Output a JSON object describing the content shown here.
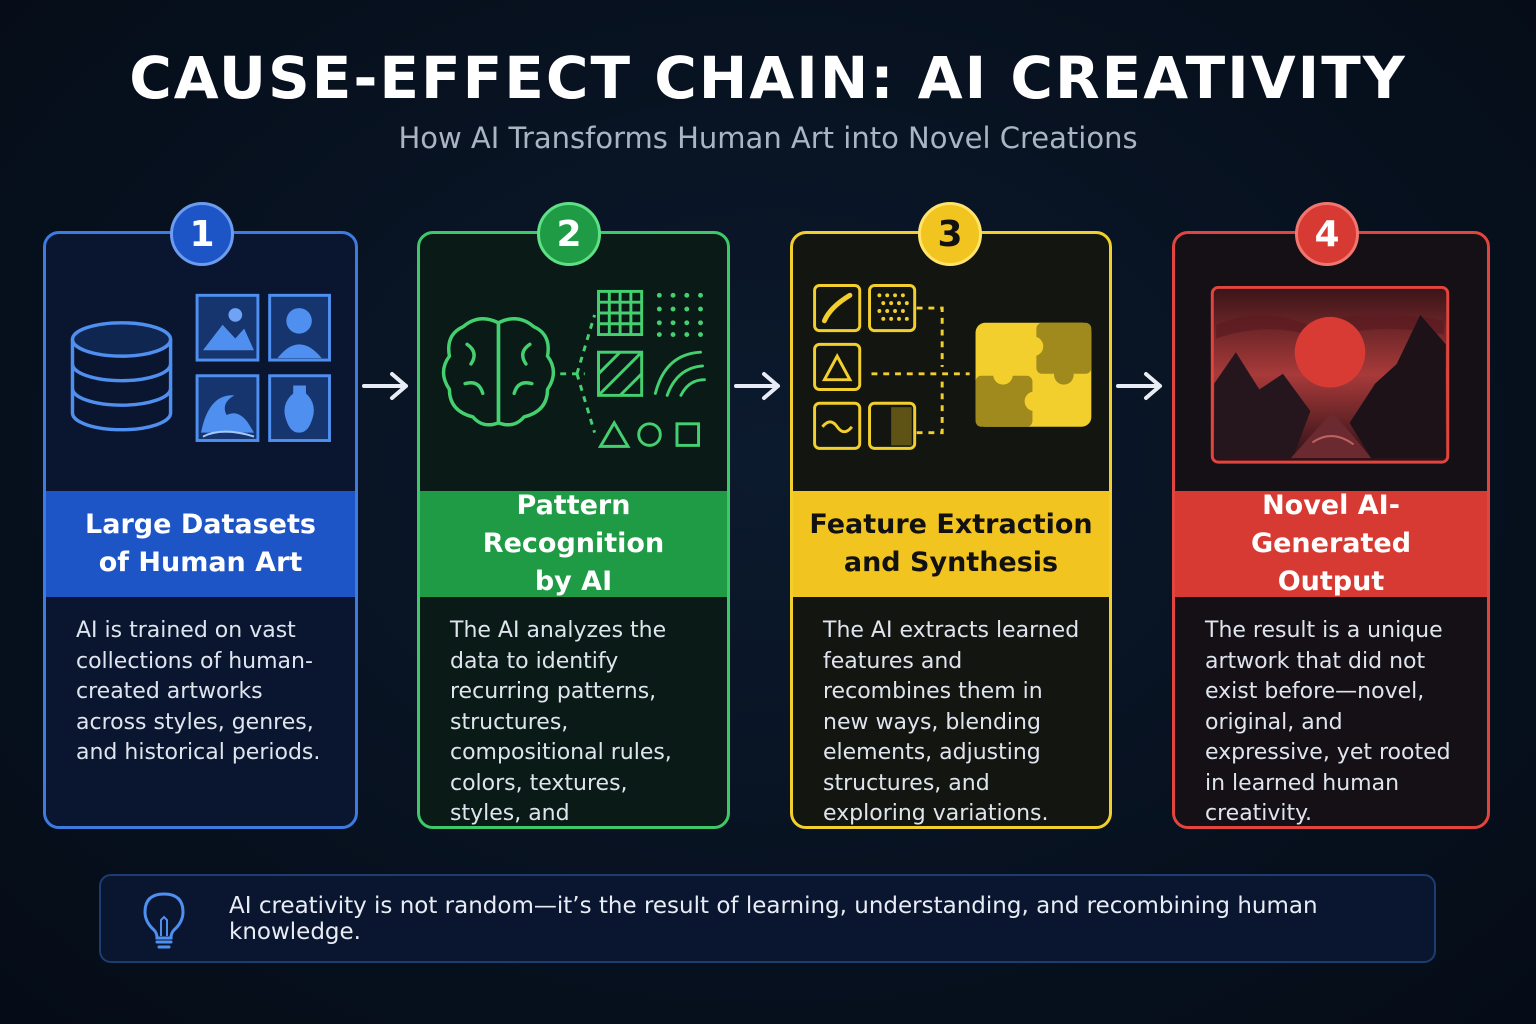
{
  "header": {
    "title": "CAUSE-EFFECT CHAIN: AI CREATIVITY",
    "subtitle": "How AI Transforms Human Art into Novel Creations"
  },
  "colors": {
    "background": "#07111f",
    "step1": "#3d7be0",
    "step2": "#3fc86a",
    "step3": "#f2cf2c",
    "step4": "#e2453d"
  },
  "steps": [
    {
      "number": "1",
      "title_line1": "Large Datasets",
      "title_line2": "of Human Art",
      "description": "AI is trained on vast collections of human-created artworks across styles, genres, and historical periods.",
      "icons": [
        "database-icon",
        "landscape-image-icon",
        "portrait-image-icon",
        "wave-image-icon",
        "vase-image-icon"
      ]
    },
    {
      "number": "2",
      "title_line1": "Pattern Recognition",
      "title_line2": "by AI",
      "description": "The AI analyzes the data to identify recurring patterns, structures, compositional rules, colors, textures, styles, and relationships.",
      "icons": [
        "brain-icon",
        "grid-icon",
        "dots-icon",
        "hatch-icon",
        "curves-icon",
        "triangle-icon",
        "circle-icon",
        "square-icon"
      ]
    },
    {
      "number": "3",
      "title_line1": "Feature Extraction",
      "title_line2": "and Synthesis",
      "description": "The AI extracts learned features and recombines them in new ways, blending elements, adjusting structures, and exploring variations.",
      "icons": [
        "brush-icon",
        "texture-icon",
        "triangle-icon",
        "wave-icon",
        "gradient-icon",
        "puzzle-icon"
      ]
    },
    {
      "number": "4",
      "title_line1": "Novel AI-Generated",
      "title_line2": "Output",
      "description": "The result is a unique artwork that did not exist before—novel, original, and expressive, yet rooted in learned human creativity.",
      "icons": [
        "generated-artwork-image"
      ]
    }
  ],
  "callout": {
    "icon": "lightbulb-icon",
    "text": "AI creativity is not random—it’s the result of learning, understanding, and recombining human knowledge."
  }
}
